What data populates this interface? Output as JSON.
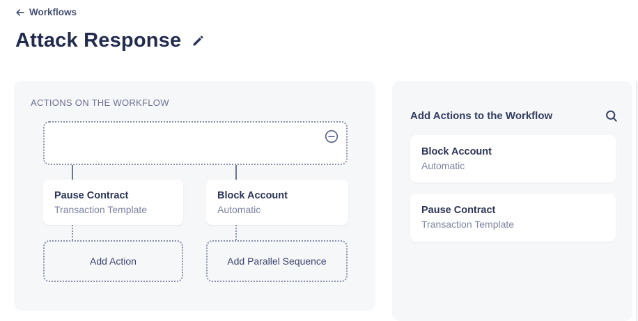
{
  "header": {
    "back_label": "Workflows",
    "title": "Attack Response"
  },
  "workflow_panel": {
    "label": "ACTIONS ON THE WORKFLOW",
    "nodes": [
      {
        "title": "Pause Contract",
        "subtitle": "Transaction Template"
      },
      {
        "title": "Block Account",
        "subtitle": "Automatic"
      }
    ],
    "add_action_label": "Add Action",
    "add_parallel_label": "Add Parallel Sequence"
  },
  "library_panel": {
    "title": "Add Actions to the Workflow",
    "items": [
      {
        "title": "Block Account",
        "subtitle": "Automatic"
      },
      {
        "title": "Pause Contract",
        "subtitle": "Transaction Template"
      }
    ]
  },
  "colors": {
    "title_text": "#222b4d",
    "panel_background": "#f6f7f9",
    "dotted_border": "#868da9",
    "muted_text": "#7d84a2",
    "accent_text": "#343d60"
  }
}
